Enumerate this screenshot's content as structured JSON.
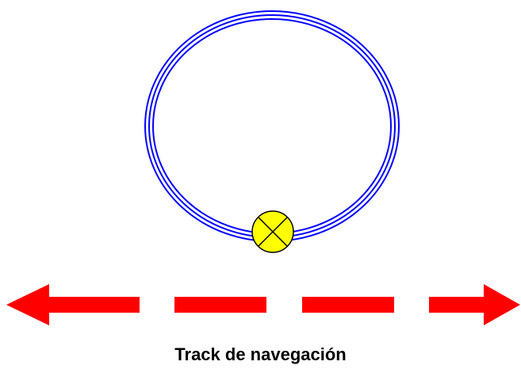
{
  "diagram": {
    "caption": "Track de navegación",
    "colors": {
      "track_ring": "#0000ff",
      "marker_fill": "#ffff00",
      "marker_stroke": "#000000",
      "arrow": "#ff0000",
      "caption": "#000000"
    },
    "elements": {
      "track_ring": "triple-line-ellipse",
      "marker": "circle-with-x-icon",
      "arrow": "dashed-double-headed-arrow"
    }
  }
}
